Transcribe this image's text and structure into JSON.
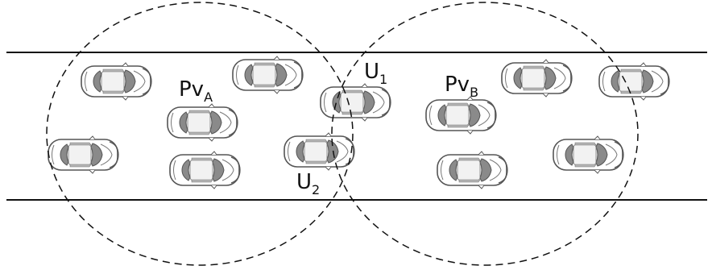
{
  "labels": {
    "pv_a": {
      "main": "Pv",
      "sub": "A"
    },
    "pv_b": {
      "main": "Pv",
      "sub": "B"
    },
    "u1": {
      "main": "U",
      "sub": "1"
    },
    "u2": {
      "main": "U",
      "sub": "2"
    }
  },
  "colors": {
    "stroke": "#111111",
    "car_body": "#ffffff",
    "car_outline": "#555555",
    "car_glass": "#8a8a8a",
    "car_roof": "#f2f2f2"
  }
}
